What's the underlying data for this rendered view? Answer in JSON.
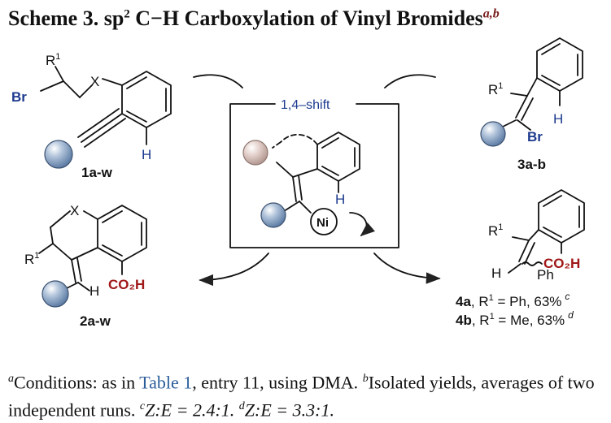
{
  "title": {
    "text": "Scheme 3. sp",
    "sup2": "2",
    "rest": " C−H Carboxylation of Vinyl Bromides",
    "notes": "a,b"
  },
  "compounds": {
    "c1": "1a-w",
    "c2": "2a-w",
    "c3": "3a-b",
    "c4a_id": "4a",
    "c4a_rest": ", R",
    "c4a_sup": "1",
    "c4a_val": " = Ph, 63%",
    "c4a_note": "c",
    "c4b_id": "4b",
    "c4b_rest": ", R",
    "c4b_sup": "1",
    "c4b_val": " = Me, 63%",
    "c4b_note": "d"
  },
  "atoms": {
    "br": "Br",
    "x": "X",
    "h": "H",
    "r": "R",
    "r_sup": "1",
    "co2h": "CO₂H",
    "ph": "Ph",
    "ni": "Ni"
  },
  "center": {
    "shift_label": "1,4–shift"
  },
  "footnote": {
    "a_mark": "a",
    "a_text1": "Conditions: as in ",
    "a_link": "Table 1",
    "a_text2": ", entry 11, using DMA. ",
    "b_mark": "b",
    "b_text": "Isolated yields, averages of two independent runs. ",
    "c_mark": "c",
    "c_text": "Z:E = 2.4:1. ",
    "d_mark": "d",
    "d_text": "Z:E = 3.3:1."
  },
  "colors": {
    "br_blue": "#1c3a8e",
    "acid_red": "#a01818",
    "ball_blue": "#8fa9c9",
    "ball_pink": "#d9c2bd"
  }
}
